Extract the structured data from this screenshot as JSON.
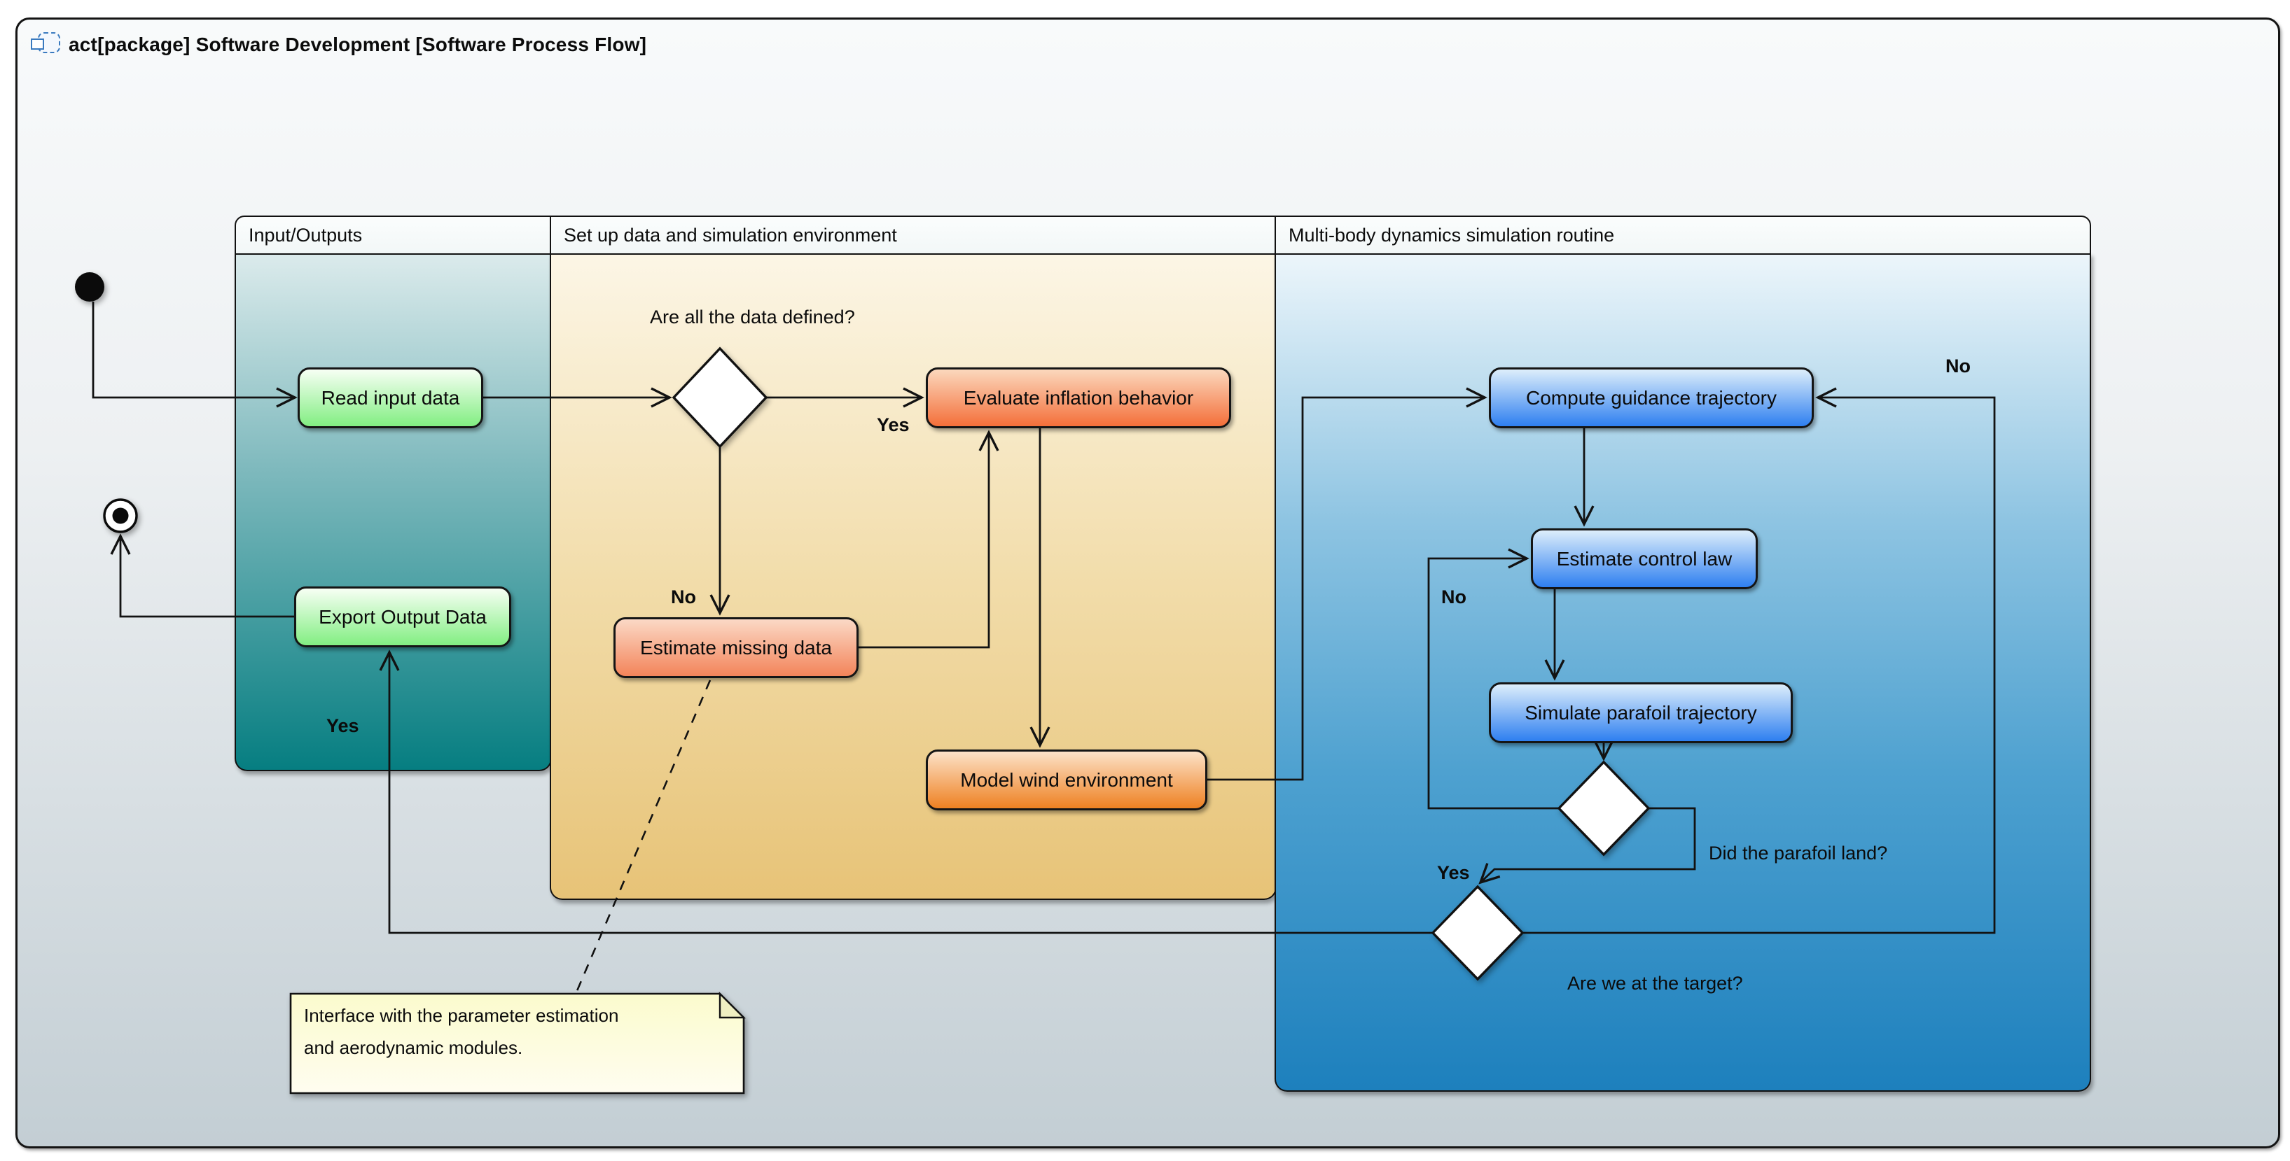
{
  "frame": {
    "title": "act[package] Software Development [Software Process Flow]",
    "icon": "activity-diagram-icon"
  },
  "lanes": [
    {
      "id": "inputs",
      "title": "Input/Outputs"
    },
    {
      "id": "setup",
      "title": "Set up data and simulation environment"
    },
    {
      "id": "sim",
      "title": "Multi-body dynamics simulation routine"
    }
  ],
  "nodes": {
    "read_input": {
      "label": "Read input data"
    },
    "export_output": {
      "label": "Export Output Data"
    },
    "evaluate_inflation": {
      "label": "Evaluate inflation behavior"
    },
    "estimate_missing": {
      "label": "Estimate missing data"
    },
    "model_wind": {
      "label": "Model wind environment"
    },
    "compute_guidance": {
      "label": "Compute guidance trajectory"
    },
    "estimate_control": {
      "label": "Estimate control law"
    },
    "simulate_parafoil": {
      "label": "Simulate parafoil trajectory"
    }
  },
  "labels": {
    "data_defined": "Are all the data defined?",
    "parafoil_land": "Did the parafoil land?",
    "at_target": "Are we at the target?",
    "yes_to_evaluate": "Yes",
    "no_to_estimate": "No",
    "no_to_control": "No",
    "no_to_guidance": "No",
    "yes_to_target_check": "Yes",
    "yes_to_export": "Yes"
  },
  "note": {
    "line1": "Interface with the parameter estimation",
    "line2": "and aerodynamic modules."
  },
  "colors": {
    "frameTop": "#f8fafb",
    "frameBottom": "#c3ced4",
    "headerBg": "#f2f7f7",
    "laneInputsTop": "#dcebec",
    "laneInputsBottom": "#067e81",
    "laneSetupTop": "#fcf6e6",
    "laneSetupBottom": "#e7c377",
    "laneSimTop": "#edf6fb",
    "laneSimMid": "#8ec4e2",
    "laneSimBottom": "#1d80bd",
    "nodeGreenTop": "#f7fff4",
    "nodeGreenBottom": "#82ee82",
    "nodeOrangeATop": "#fbd8bd",
    "nodeOrangeABottom": "#f46f3a",
    "nodeOrangeBTop": "#fbd9c6",
    "nodeOrangeBBottom": "#f3845a",
    "nodeOrangeCTop": "#fce2c8",
    "nodeOrangeCBottom": "#ee8122",
    "nodeBlueTop": "#ddeefb",
    "nodeBlueBottom": "#2e7ff0",
    "noteTop": "#fbfbcd",
    "noteBottom": "#fffdf0",
    "edgeColor": "#121212",
    "iconBlue": "#3a7abf"
  }
}
